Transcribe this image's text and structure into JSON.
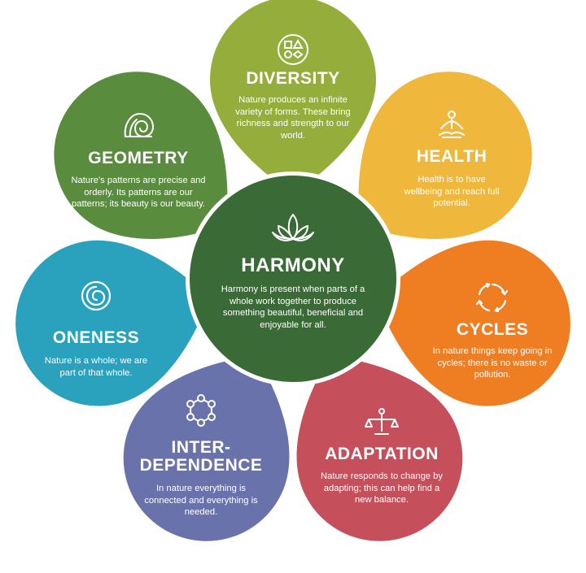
{
  "colors": {
    "background": "#ffffff",
    "center": "#3a6a35",
    "diversity": "#94ad3b",
    "health": "#f0b73d",
    "cycles": "#ef7d22",
    "adaptation": "#c5505c",
    "interdependence": "#6a72ac",
    "oneness": "#2aa2be",
    "geometry": "#5a8c3e"
  },
  "center": {
    "icon": "lotus-icon",
    "title": "HARMONY",
    "text": "Harmony is present when parts of a whole work together to produce something beautiful, beneficial and enjoyable for all."
  },
  "petals": {
    "diversity": {
      "icon": "diversity-shapes-icon",
      "title": "DIVERSITY",
      "text": "Nature produces an infinite variety of forms. These bring richness and strength to our world."
    },
    "health": {
      "icon": "meditation-icon",
      "title": "HEALTH",
      "text": "Health is to have wellbeing and reach full potential."
    },
    "cycles": {
      "icon": "cycle-arrows-icon",
      "title": "CYCLES",
      "text": "In nature things keep going in cycles; there is no waste or pollution."
    },
    "adaptation": {
      "icon": "balance-scale-icon",
      "title": "ADAPTATION",
      "text": "Nature responds to change by adapting; this can help find a new balance."
    },
    "interdependence": {
      "icon": "network-ring-icon",
      "title_line1": "INTER-",
      "title_line2": "DEPENDENCE",
      "text": "In nature everything is connected and everything is needed."
    },
    "oneness": {
      "icon": "whole-spiral-icon",
      "title": "ONENESS",
      "text": "Nature is a whole; we are part of that whole."
    },
    "geometry": {
      "icon": "nautilus-shell-icon",
      "title": "GEOMETRY",
      "text": "Nature's patterns are precise and orderly. Its patterns are our patterns; its beauty is our beauty."
    }
  }
}
